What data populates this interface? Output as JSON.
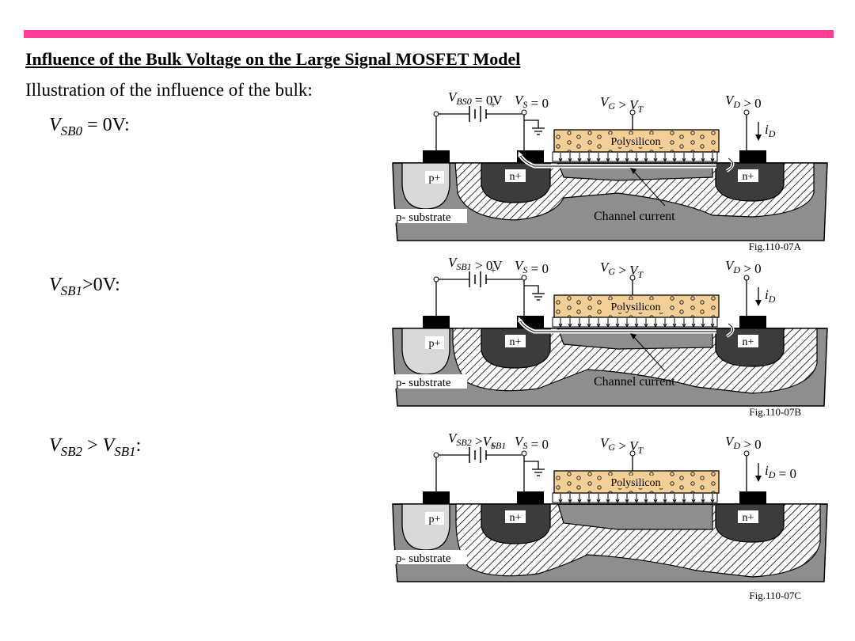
{
  "accent_color": "#ff3d96",
  "title": "Influence of the Bulk Voltage on the Large Signal MOSFET Model",
  "intro": "Illustration of the influence of the bulk:",
  "cases": [
    {
      "var": "V",
      "sub": "SB0",
      "rest": " = 0V:"
    },
    {
      "var": "V",
      "sub": "SB1",
      "rest": ">0V:"
    },
    {
      "var": "V",
      "sub": "SB2",
      "rest": " > ",
      "var2": "V",
      "sub2": "SB1",
      "rest2": ":"
    }
  ],
  "figures": [
    {
      "bias": {
        "v": "V",
        "sub": "BS0",
        "val": " = 0V"
      },
      "vs": {
        "v": "V",
        "sub": "S",
        "val": " = 0"
      },
      "vg": {
        "v": "V",
        "sub": "G",
        "op": " > ",
        "v2": "V",
        "sub2": "T"
      },
      "vd": {
        "v": "V",
        "sub": "D",
        "val": " > 0"
      },
      "id": {
        "v": "i",
        "sub": "D",
        "val": ""
      },
      "plus": "+",
      "poly": "Polysilicon",
      "pplus": "p+",
      "nplus": "n+",
      "substrate": "p- substrate",
      "channel": "Channel current",
      "caption": "Fig.110-07A"
    },
    {
      "bias": {
        "v": "V",
        "sub": "SB1",
        "val": " > 0V"
      },
      "vs": {
        "v": "V",
        "sub": "S",
        "val": " = 0"
      },
      "vg": {
        "v": "V",
        "sub": "G",
        "op": " > ",
        "v2": "V",
        "sub2": "T"
      },
      "vd": {
        "v": "V",
        "sub": "D",
        "val": " > 0"
      },
      "id": {
        "v": "i",
        "sub": "D",
        "val": ""
      },
      "plus": "+",
      "poly": "Polysilicon",
      "pplus": "p+",
      "nplus": "n+",
      "substrate": "p- substrate",
      "channel": "Channel current",
      "caption": "Fig.110-07B"
    },
    {
      "bias": {
        "v": "V",
        "sub": "SB2",
        "val": " >",
        "v2": "V",
        "sub2": "SB1"
      },
      "vs": {
        "v": "V",
        "sub": "S",
        "val": " = 0"
      },
      "vg": {
        "v": "V",
        "sub": "G",
        "op": " > ",
        "v2": "V",
        "sub2": "T"
      },
      "vd": {
        "v": "V",
        "sub": "D",
        "val": " > 0"
      },
      "id": {
        "v": "i",
        "sub": "D",
        "val": " = 0"
      },
      "plus": "+",
      "poly": "Polysilicon",
      "pplus": "p+",
      "nplus": "n+",
      "substrate": "p- substrate",
      "channel": "",
      "caption": "Fig.110-07C"
    }
  ]
}
